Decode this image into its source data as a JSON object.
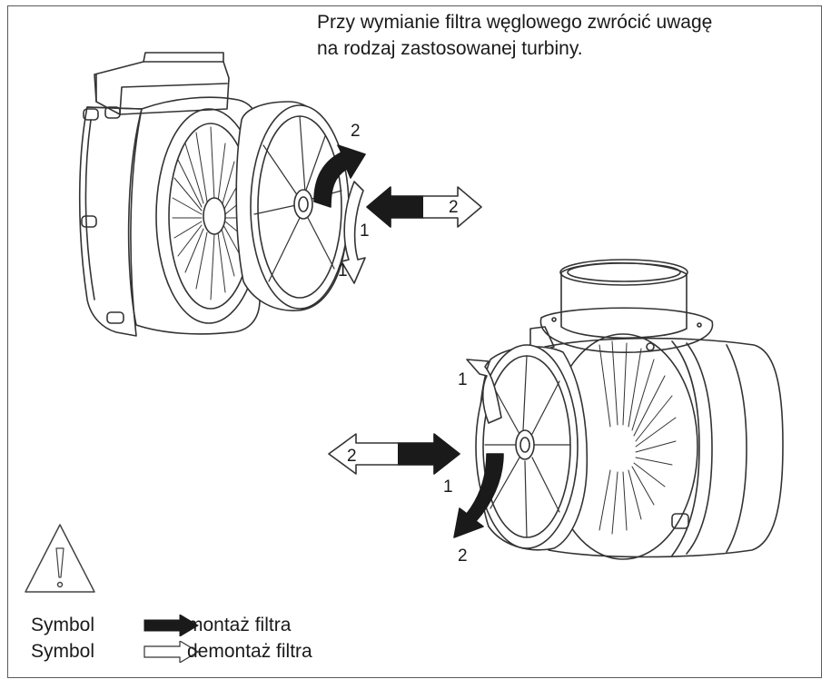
{
  "instruction": {
    "line1": "Przy wymianie filtra węglowego zwrócić uwagę",
    "line2": "na rodzaj zastosowanej turbiny."
  },
  "upper_assembly": {
    "rotate_arrow_label": "2",
    "rotate_arrow_label_start": "1",
    "push_arrow_label": "1",
    "pull_arrow_label": "2"
  },
  "lower_assembly": {
    "rotate_arrow_label_start": "1",
    "rotate_arrow_label": "2",
    "push_arrow_label": "1",
    "pull_arrow_label": "2"
  },
  "legend": {
    "warning_icon": "warning-triangle-icon",
    "mount": {
      "symbol_label": "Symbol",
      "description": "montaż filtra",
      "arrow_style": "filled",
      "arrow_color": "#1a1a1a"
    },
    "unmount": {
      "symbol_label": "Symbol",
      "description": "demontaż filtra",
      "arrow_style": "outline",
      "arrow_color": "#ffffff"
    }
  },
  "colors": {
    "line": "#333333",
    "frame": "#5a5a5a",
    "filled_arrow": "#1a1a1a"
  }
}
